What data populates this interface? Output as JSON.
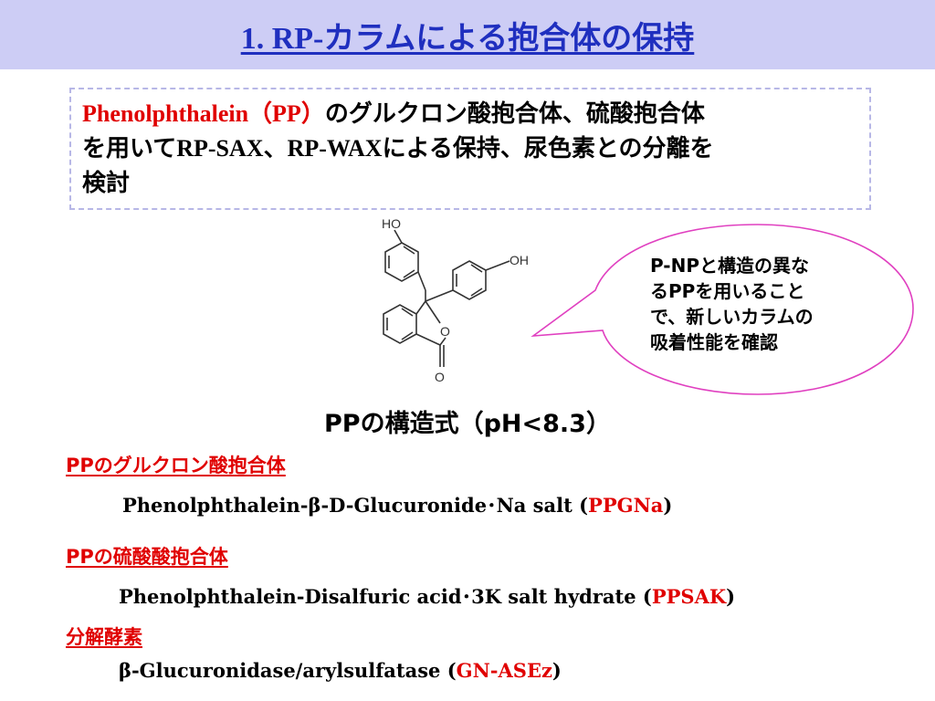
{
  "header": {
    "title": "1. RP-カラムによる抱合体の保持"
  },
  "intro": {
    "pp_name": "Phenolphthalein（PP）",
    "line1_rest": "のグルクロン酸抱合体、硫酸抱合体",
    "line2_a": "を用いて",
    "line2_b": "RP-SAX",
    "line2_c": "、",
    "line2_d": "RP-WAX",
    "line2_e": "による保持、尿色素との分離を",
    "line3": "検討"
  },
  "structure": {
    "label_ho": "HO",
    "label_oh": "OH",
    "label_o_ring": "O",
    "label_o_carbonyl": "O"
  },
  "callout": {
    "text_line1": "P-NPと構造の異な",
    "text_line2": "るPPを用いること",
    "text_line3": "で、新しいカラムの",
    "text_line4": "吸着性能を確認"
  },
  "caption": "PPの構造式（pH<8.3）",
  "sections": [
    {
      "heading": "PPのグルクロン酸抱合体",
      "compound": "Phenolphthalein-β-D-Glucuronide･Na salt (",
      "abbr": "PPGNa",
      "close": ")"
    },
    {
      "heading": "PPの硫酸酸抱合体",
      "compound": "Phenolphthalein-Disalfuric acid･3K salt hydrate (",
      "abbr": "PPSAK",
      "close": ")"
    },
    {
      "heading": "分解酵素",
      "compound": "β-Glucuronidase/arylsulfatase (",
      "abbr": "GN-ASEz",
      "close": ")"
    }
  ],
  "colors": {
    "title_blue": "#1f2fbf",
    "accent_red": "#e00000",
    "header_bg": "#cdcdf5",
    "bubble_stroke": "#e040c0"
  }
}
